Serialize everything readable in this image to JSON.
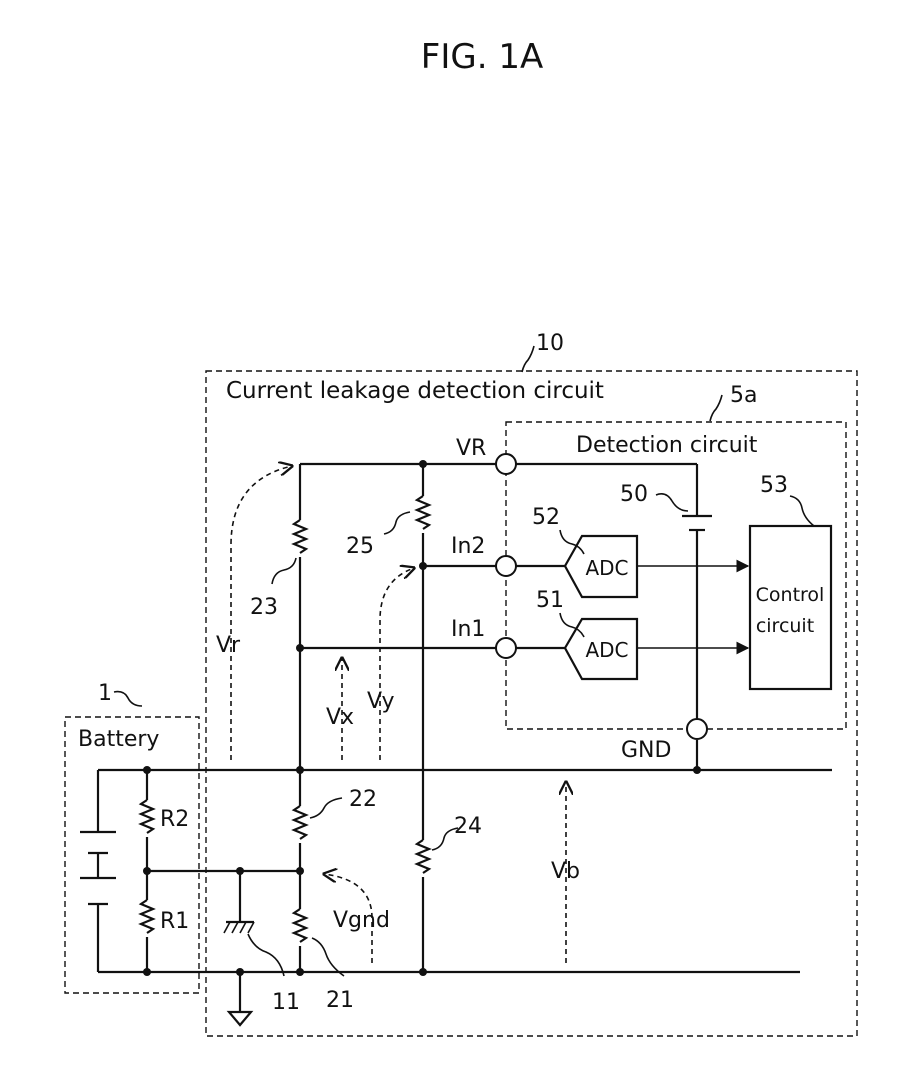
{
  "figure": {
    "title": "FIG. 1A"
  },
  "blocks": {
    "leak_circuit": {
      "ref": "10",
      "label": "Current leakage detection circuit"
    },
    "detection": {
      "ref": "5a",
      "label": "Detection circuit"
    },
    "battery": {
      "ref": "1",
      "label": "Battery"
    },
    "control": {
      "ref": "53",
      "label_line1": "Control",
      "label_line2": "circuit"
    },
    "adc_top": {
      "ref": "52",
      "label": "ADC"
    },
    "adc_bottom": {
      "ref": "51",
      "label": "ADC"
    },
    "dc_source": {
      "ref": "50"
    }
  },
  "terminals": {
    "vr": "VR",
    "in2": "In2",
    "in1": "In1",
    "gnd": "GND"
  },
  "resistors": {
    "r2": "R2",
    "r1": "R1",
    "res22": "22",
    "res21": "21",
    "res23": "23",
    "res24": "24",
    "res25": "25"
  },
  "references": {
    "capacitor": "11",
    "res21": "21"
  },
  "voltages": {
    "vr": "Vr",
    "vx": "Vx",
    "vy": "Vy",
    "vb": "Vb",
    "vgnd": "Vgnd"
  }
}
